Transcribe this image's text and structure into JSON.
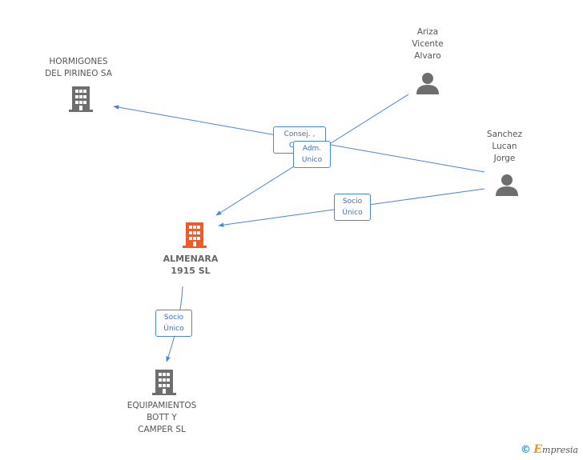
{
  "nodes": {
    "hormigones": {
      "label": "HORMIGONES\nDEL PIRINEO SA"
    },
    "ariza": {
      "label": "Ariza\nVicente\nAlvaro"
    },
    "sanchez": {
      "label": "Sanchez\nLucan\nJorge"
    },
    "almenara": {
      "label": "ALMENARA\n1915 SL"
    },
    "equipamientos": {
      "label": "EQUIPAMIENTOS\nBOTT Y\nCAMPER SL"
    }
  },
  "relations": {
    "consej": "Consej. ,\nCon...",
    "adm": "Adm.\nUnico",
    "socio_sanchez": "Socio\nÚnico",
    "socio_almenara": "Socio\nÚnico"
  },
  "colors": {
    "edge": "#4a86d4",
    "building": "#6e6e6e",
    "building_main": "#f05a28",
    "person": "#6e6e6e"
  },
  "brand": {
    "copyright": "©",
    "e": "E",
    "rest": "mpresia"
  }
}
